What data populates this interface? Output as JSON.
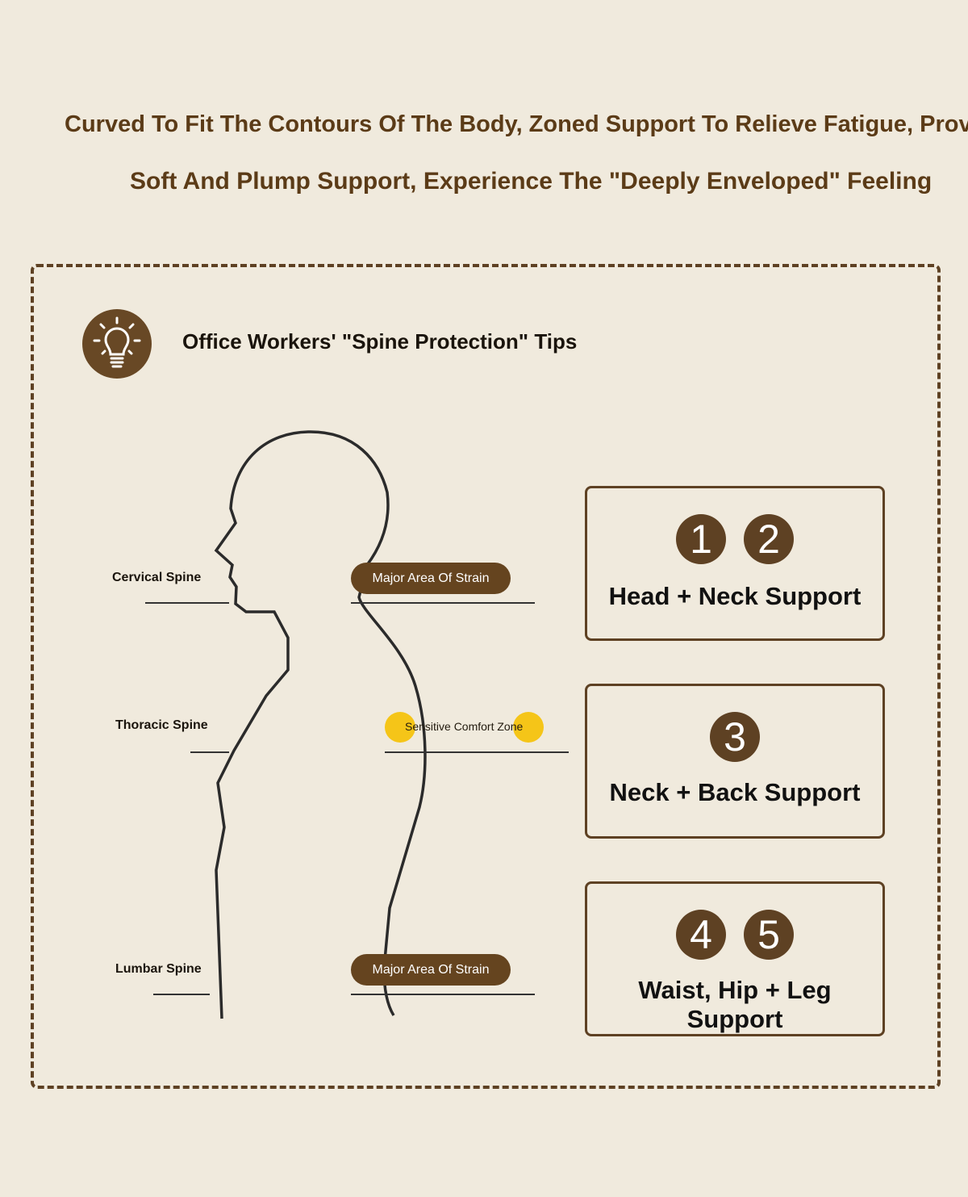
{
  "headline": {
    "line1": "Curved To Fit The Contours Of The Body, Zoned Support To Relieve Fatigue, Providing",
    "line2": "Soft And Plump Support, Experience The \"Deeply Enveloped\" Feeling"
  },
  "tips_title": "Office Workers' \"Spine Protection\" Tips",
  "icon": "lightbulb-icon",
  "spine_labels": [
    "Cervical Spine",
    "Thoracic Spine",
    "Lumbar Spine"
  ],
  "zones": [
    "Major Area Of Strain",
    "Sensitive Comfort Zone",
    "Major Area Of Strain"
  ],
  "cards": [
    {
      "numbers": [
        "1",
        "2"
      ],
      "title": "Head + Neck Support"
    },
    {
      "numbers": [
        "3"
      ],
      "title": "Neck + Back Support"
    },
    {
      "numbers": [
        "4",
        "5"
      ],
      "title": "Waist, Hip + Leg Support"
    }
  ],
  "colors": {
    "brown": "#5e4123",
    "yellow": "#f5c518",
    "background": "#f0eadd"
  }
}
